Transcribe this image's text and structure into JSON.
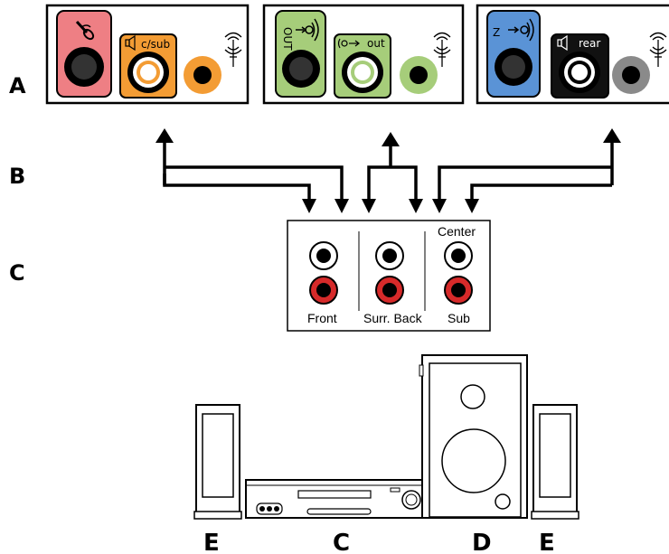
{
  "row_labels": {
    "a": "A",
    "b": "B",
    "c": "C"
  },
  "panels": {
    "left": {
      "jack_label": "c/sub",
      "icons": [
        "microphone-icon",
        "speaker-icon",
        "audio-wave-icon"
      ]
    },
    "middle": {
      "jack_label": "out",
      "vertical_label": "OUT",
      "icons": [
        "line-out-icon",
        "audio-wave-icon"
      ]
    },
    "right": {
      "jack_label": "rear",
      "vertical_label": "Z",
      "icons": [
        "line-in-icon",
        "speaker-icon",
        "audio-wave-icon"
      ]
    }
  },
  "receiver_panel": {
    "center_label": "Center",
    "front_label": "Front",
    "surr_back_label": "Surr. Back",
    "sub_label": "Sub"
  },
  "bottom_labels": {
    "e_left": "E",
    "c": "C",
    "d": "D",
    "e_right": "E"
  },
  "colors": {
    "pink": "#ee7f84",
    "orange": "#f39c34",
    "green": "#a6cd7a",
    "blue": "#5a93d6",
    "black": "#111111",
    "gray": "#8a8a8a",
    "red": "#d62a2a"
  }
}
